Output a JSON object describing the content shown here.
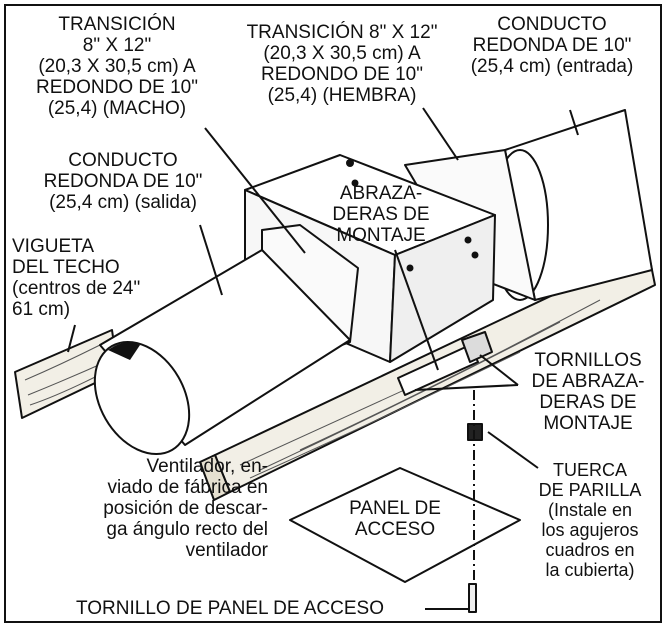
{
  "labels": {
    "transition_male": "TRANSICIÓN\n8\" X 12\"\n(20,3 X 30,5 cm) A\nREDONDO DE 10\"\n(25,4) (MACHO)",
    "transition_female": "TRANSICIÓN 8\" X 12\"\n(20,3 X 30,5 cm) A\nREDONDO DE 10\"\n(25,4) (HEMBRA)",
    "duct_inlet": "CONDUCTO\nREDONDA DE 10\"\n(25,4 cm) (entrada)",
    "duct_outlet": "CONDUCTO\nREDONDA DE 10\"\n(25,4 cm) (salida)",
    "mounting_brackets": "ABRAZA-\nDERAS DE\nMONTAJE",
    "ceiling_joist": "VIGUETA\nDEL TECHO\n(centros de 24\"\n61 cm)",
    "bracket_screws": "TORNILLOS\nDE ABRAZA-\nDERAS DE\nMONTAJE",
    "fan_note": "Ventilador, en-\nviado de fábrica en\nposición de descar-\nga ángulo recto del\nventilador",
    "access_panel": "PANEL DE\nACCESO",
    "grille_nut": "TUERCA\nDE PARILLA\n(Instale en\nlos agujeros\ncuadros en\nla cubierta)",
    "access_panel_screw": "TORNILLO DE PANEL DE ACCESO"
  }
}
